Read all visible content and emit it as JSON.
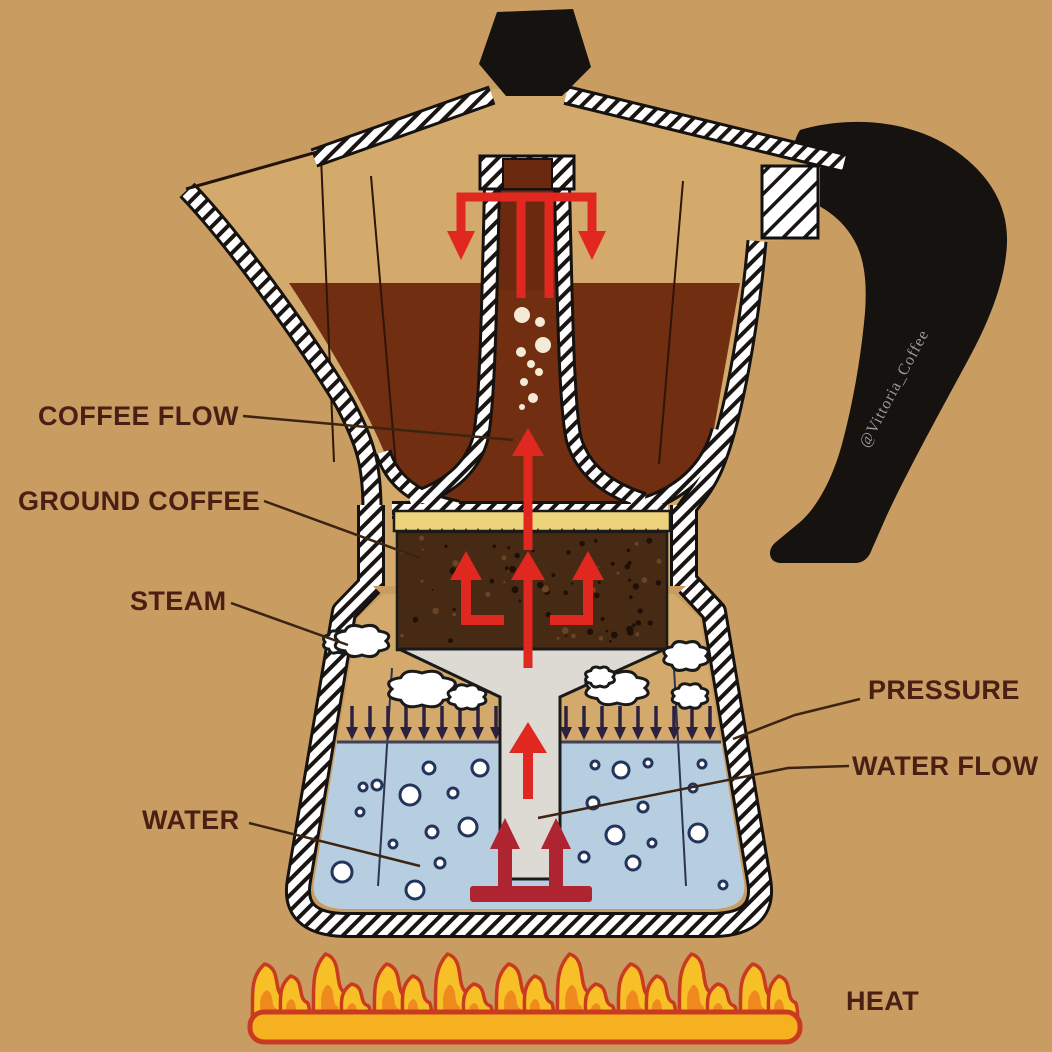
{
  "labels": {
    "coffee_flow": "COFFEE FLOW",
    "ground_coffee": "GROUND COFFEE",
    "steam": "STEAM",
    "pressure": "PRESSURE",
    "water_flow": "WATER FLOW",
    "water": "WATER",
    "heat": "HEAT"
  },
  "watermark": "@Vittoria_Coffee",
  "parts": [
    "lid-knob",
    "lid",
    "upper-chamber",
    "brewed-coffee",
    "chimney",
    "filter-plate",
    "coffee-grounds",
    "funnel",
    "boiler",
    "water",
    "steam-clouds",
    "pressure-arrows",
    "heat-flames",
    "handle"
  ],
  "colors": {
    "background": "#c99c61",
    "interior_tan": "#d3aa6b",
    "label_text": "#4a2015",
    "leader_line": "#3c2413",
    "coffee": "#722e10",
    "column_coffee": "#6b2a10",
    "grounds": "#472a14",
    "plate_yellow": "#ecd37c",
    "funnel_gray": "#ddd9d3",
    "water_blue": "#b7cde0",
    "bubble_stroke": "#23355c",
    "arrow_red": "#e02820",
    "arrow_dark_red": "#ae2430",
    "pressure_arrow": "#2d2142",
    "flame_fill": "#f8c027",
    "flame_outline": "#c93b20",
    "flame_inner": "#ef8b1e",
    "flame_bar": "#f6b121",
    "outline_black": "#151210",
    "watermark_gray": "#9b9b9b"
  }
}
